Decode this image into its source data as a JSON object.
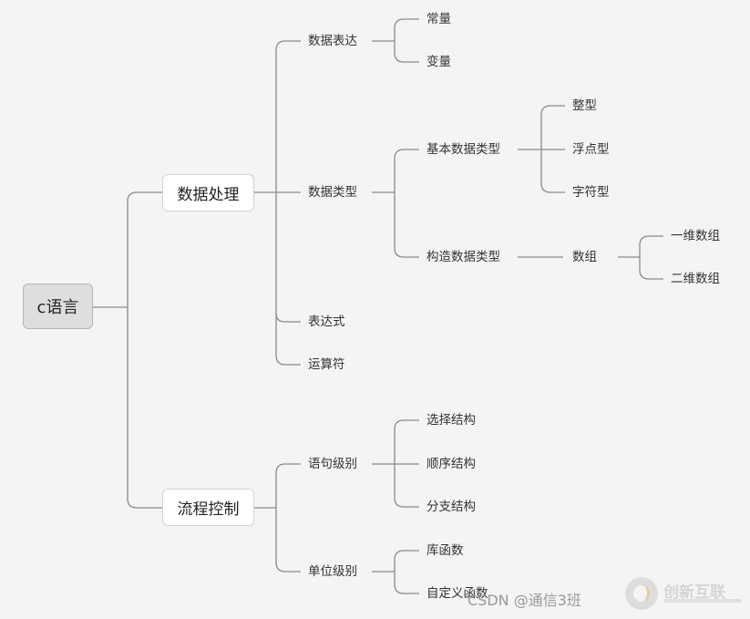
{
  "root": "c语言",
  "branches": {
    "data_processing": {
      "label": "数据处理",
      "data_expression": {
        "label": "数据表达",
        "constant": "常量",
        "variable": "变量"
      },
      "data_types": {
        "label": "数据类型",
        "basic": {
          "label": "基本数据类型",
          "integer": "整型",
          "float": "浮点型",
          "char": "字符型"
        },
        "constructed": {
          "label": "构造数据类型",
          "array": {
            "label": "数组",
            "one_dim": "一维数组",
            "two_dim": "二维数组"
          }
        }
      },
      "expression": "表达式",
      "operator": "运算符"
    },
    "flow_control": {
      "label": "流程控制",
      "statement_level": {
        "label": "语句级别",
        "selection": "选择结构",
        "sequence": "顺序结构",
        "branch": "分支结构"
      },
      "unit_level": {
        "label": "单位级别",
        "library_function": "库函数",
        "custom_function": "自定义函数"
      }
    }
  },
  "watermark": {
    "csdn": "CSDN @通信3班",
    "brand": "创新互联"
  },
  "colors": {
    "line": "#8a8a8a",
    "background": "#f4f4f4",
    "root_fill": "#dedede",
    "node_fill": "#ffffff"
  }
}
